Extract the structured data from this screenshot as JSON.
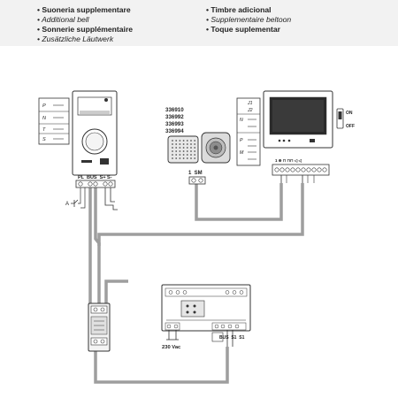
{
  "legend": {
    "left": [
      {
        "text": "• Suoneria supplementare",
        "style": "b"
      },
      {
        "text": "• Additional bell",
        "style": "i"
      },
      {
        "text": "• Sonnerie supplémentaire",
        "style": "b"
      },
      {
        "text": "• Zusätzliche Läutwerk",
        "style": "i"
      }
    ],
    "right": [
      {
        "text": "• Timbre adicional",
        "style": "b"
      },
      {
        "text": "• Supplementaire beltoon",
        "style": "i"
      },
      {
        "text": "• Toque suplementar",
        "style": "b"
      }
    ]
  },
  "entrance_panel": {
    "side_labels": [
      "P",
      "N",
      "T",
      "S"
    ],
    "terminals": "PL  BUS  S+ S-",
    "button_label": "A"
  },
  "bell": {
    "codes": [
      "336910",
      "336992",
      "336993",
      "336994"
    ],
    "terminals": "1  SM"
  },
  "monitor": {
    "side_labels": [
      "J1",
      "J2",
      "N",
      "P",
      "M"
    ],
    "switch_on": "ON",
    "switch_off": "OFF"
  },
  "power_supply": {
    "voltage": "230 Vac",
    "terminals": "BUS  S1  S1"
  },
  "colors": {
    "wire": "#9e9e9e",
    "outline": "#333333",
    "screen": "#2a2a2a",
    "header_bg": "#f2f2f2"
  }
}
